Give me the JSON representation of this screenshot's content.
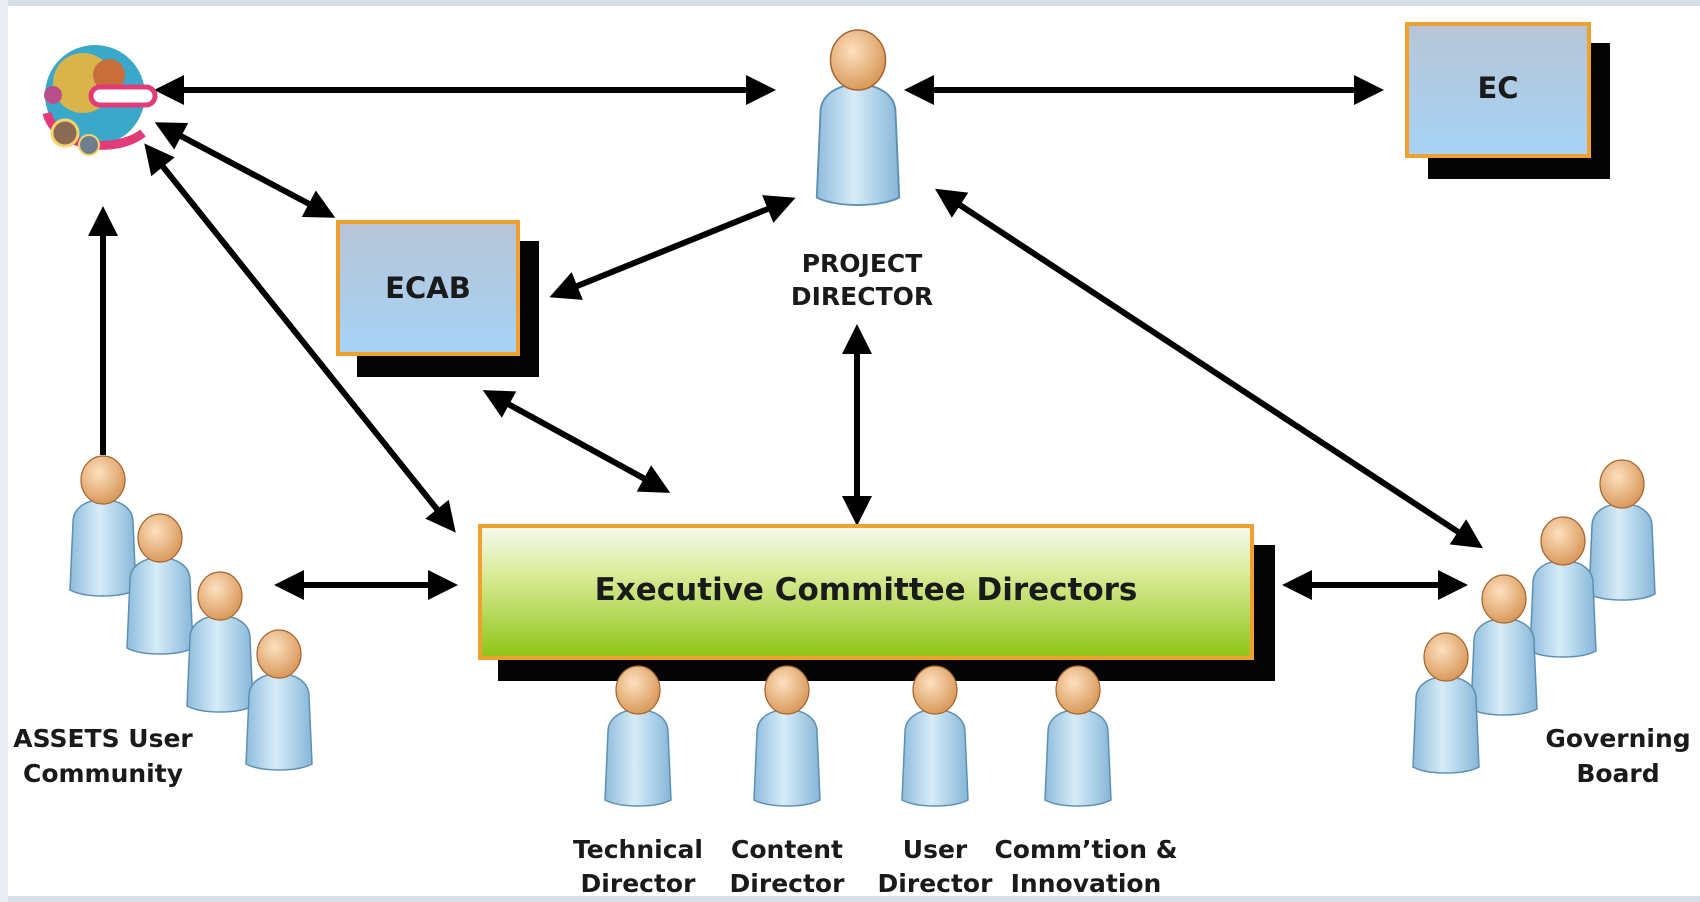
{
  "nodes": {
    "ec": {
      "label": "EC"
    },
    "ecab": {
      "label": "ECAB"
    },
    "executive_committee": {
      "label": "Executive Committee Directors"
    },
    "project_director": {
      "line1": "PROJECT",
      "line2": "DIRECTOR"
    },
    "assets_user_community": {
      "line1": "ASSETS User",
      "line2": "Community"
    },
    "governing_board": {
      "line1": "Governing",
      "line2": "Board"
    },
    "technical_director": {
      "line1": "Technical",
      "line2": "Director"
    },
    "content_director": {
      "line1": "Content",
      "line2": "Director"
    },
    "user_director": {
      "line1": "User",
      "line2": "Director"
    },
    "comm_innovation": {
      "line1": "Comm’tion &",
      "line2": "Innovation"
    }
  },
  "colors": {
    "box_blue_top": "#b8c7d8",
    "box_blue_bottom": "#a8d2f5",
    "box_border": "#f0a030",
    "box_green_top": "#f4f8ea",
    "box_green_bottom": "#8cc612",
    "person_body": "#a9d0ea",
    "person_head": "#f0b87e",
    "arrow": "#000000"
  },
  "icons": {
    "logo": "assets-logo-icon",
    "person": "person-icon"
  }
}
